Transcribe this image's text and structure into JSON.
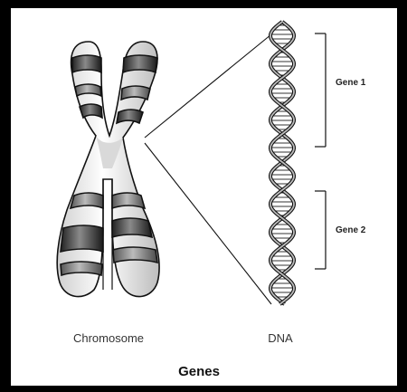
{
  "diagram": {
    "chromosome_label": "Chromosome",
    "dna_label": "DNA",
    "gene_labels": [
      "Gene 1",
      "Gene 2"
    ],
    "title": "Genes"
  },
  "colors": {
    "frame": "#000000",
    "background": "#ffffff",
    "band_dark": "#555555",
    "band_mid": "#999999",
    "outline": "#111111"
  }
}
